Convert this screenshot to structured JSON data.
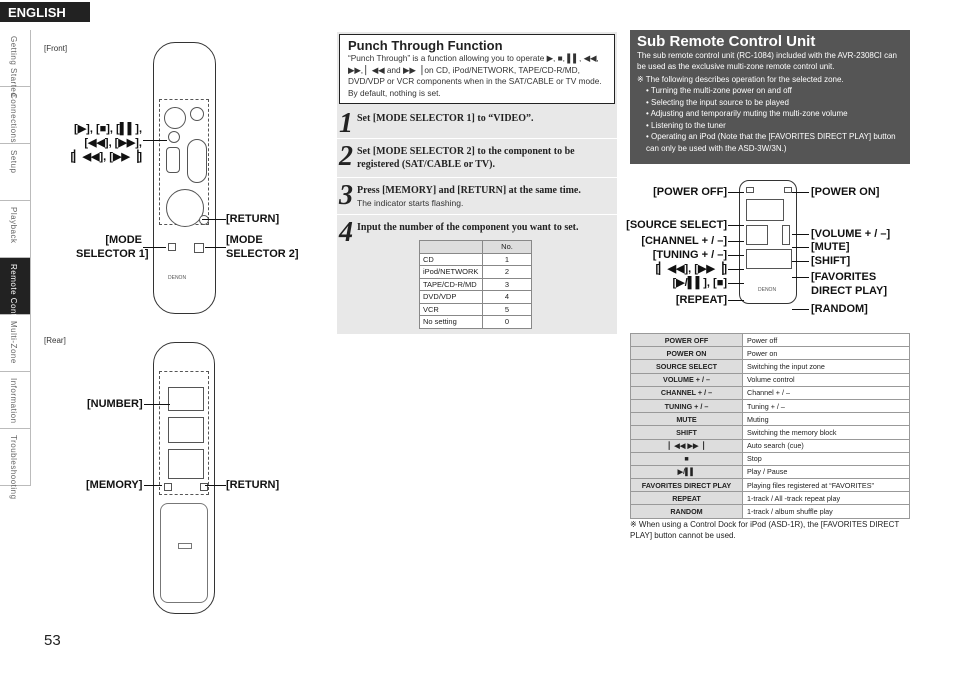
{
  "language": "ENGLISH",
  "side_tabs": [
    "Getting Started",
    "Connections",
    "Setup",
    "Playback",
    "Remote Control",
    "Multi-Zone",
    "Information",
    "Troubleshooting"
  ],
  "active_tab_index": 4,
  "page_number": "53",
  "front_label": "[Front]",
  "rear_label": "[Rear]",
  "brand": "DENON",
  "front_callouts": {
    "transport": "[▶], [■], [▌▌],\n[◀◀], [▶▶],\n[▏◀◀], [▶▶▕]",
    "return": "[RETURN]",
    "mode_selector_1": "[MODE\nSELECTOR 1]",
    "mode_selector_2": "[MODE\nSELECTOR 2]"
  },
  "rear_callouts": {
    "number": "[NUMBER]",
    "memory": "[MEMORY]",
    "return": "[RETURN]"
  },
  "punch_through": {
    "title": "Punch Through Function",
    "description": "“Punch Through” is a function allowing you to operate ▶, ■, ▌▌, ◀◀, ▶▶, ▏◀◀ and ▶▶▕ on CD, iPod/NETWORK, TAPE/CD-R/MD, DVD/VDP or VCR components when in the SAT/CABLE or TV mode. By default, nothing is set.",
    "steps": [
      {
        "num": "1",
        "text": "Set [MODE SELECTOR 1] to “VIDEO”.",
        "sub": ""
      },
      {
        "num": "2",
        "text": "Set [MODE SELECTOR 2] to the component to be registered (SAT/CABLE or TV).",
        "sub": ""
      },
      {
        "num": "3",
        "text": "Press [MEMORY] and [RETURN] at the same time.",
        "sub": "The indicator starts flashing."
      },
      {
        "num": "4",
        "text": "Input the number of the component you want to set.",
        "sub": ""
      }
    ],
    "table_header": [
      "",
      "No."
    ],
    "table_rows": [
      [
        "CD",
        "1"
      ],
      [
        "iPod/NETWORK",
        "2"
      ],
      [
        "TAPE/CD-R/MD",
        "3"
      ],
      [
        "DVD/VDP",
        "4"
      ],
      [
        "VCR",
        "5"
      ],
      [
        "No setting",
        "0"
      ]
    ]
  },
  "sub_remote": {
    "title": "Sub Remote Control Unit",
    "intro": "The sub remote control unit (RC-1084) included with the AVR-2308CI can be used as the exclusive multi-zone remote control unit.",
    "note_lead": "※ The following describes operation for the selected zone.",
    "bullets": [
      "Turning the multi-zone power on and off",
      "Selecting the input source to be played",
      "Adjusting and temporarily muting the multi-zone volume",
      "Listening to the tuner",
      "Operating an iPod (Note that the [FAVORITES DIRECT PLAY] button can only be used with the ASD-3W/3N.)"
    ],
    "left_callouts": [
      "[POWER OFF]",
      "[SOURCE SELECT]",
      "[CHANNEL + / –]",
      "[TUNING + / –]",
      "[▏◀◀], [▶▶▕]",
      "[▶/▌▌], [■]",
      "[REPEAT]"
    ],
    "right_callouts": [
      "[POWER ON]",
      "[VOLUME + / –]",
      "[MUTE]",
      "[SHIFT]",
      "[FAVORITES\nDIRECT PLAY]",
      "[RANDOM]"
    ]
  },
  "function_table": [
    [
      "POWER OFF",
      "Power off"
    ],
    [
      "POWER ON",
      "Power on"
    ],
    [
      "SOURCE SELECT",
      "Switching the input zone"
    ],
    [
      "VOLUME + / –",
      "Volume control"
    ],
    [
      "CHANNEL + / –",
      "Channel + / –"
    ],
    [
      "TUNING + / –",
      "Tuning + / –"
    ],
    [
      "MUTE",
      "Muting"
    ],
    [
      "SHIFT",
      "Switching the memory block"
    ],
    [
      "▏◀◀  ▶▶▕",
      "Auto search (cue)"
    ],
    [
      "■",
      "Stop"
    ],
    [
      "▶/▌▌",
      "Play / Pause"
    ],
    [
      "FAVORITES DIRECT PLAY",
      "Playing files registered at “FAVORITES”"
    ],
    [
      "REPEAT",
      "1-track / All -track repeat play"
    ],
    [
      "RANDOM",
      "1-track / album shuffle play"
    ]
  ],
  "bottom_note": "※ When using a Control Dock for iPod (ASD-1R), the [FAVORITES DIRECT PLAY] button cannot be used."
}
